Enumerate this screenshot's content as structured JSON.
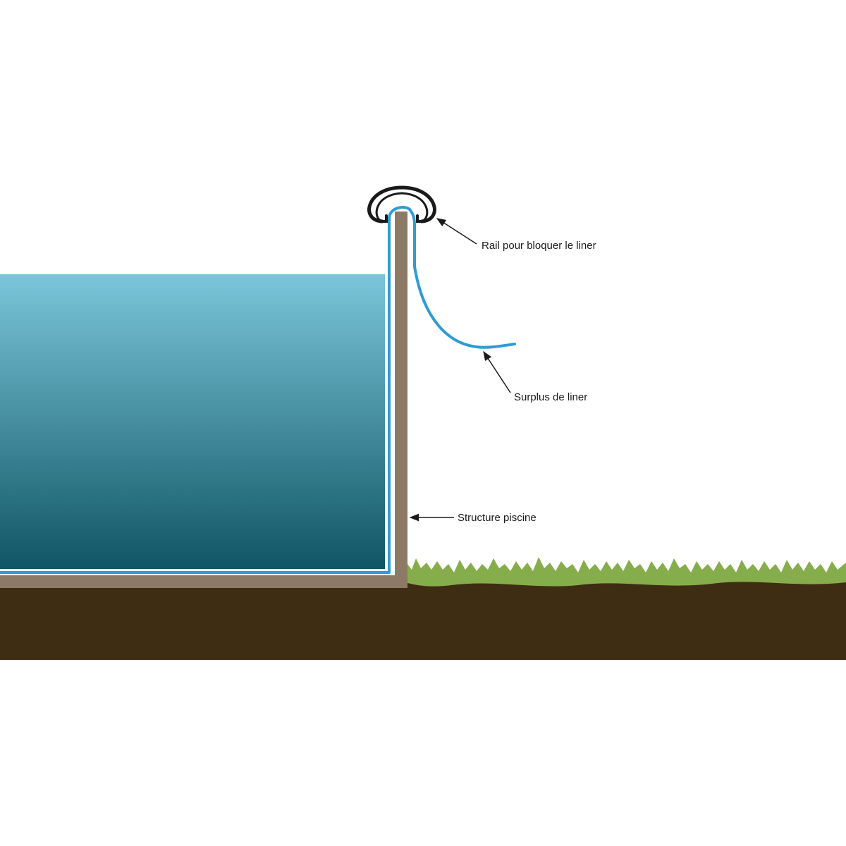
{
  "labels": {
    "rail": "Rail pour bloquer le liner",
    "surplus": "Surplus de liner",
    "structure": "Structure piscine"
  },
  "colors": {
    "background": "#ffffff",
    "water_top": "#7bc6da",
    "water_bottom": "#105565",
    "liner": "#2e9bd6",
    "structure": "#8c7a66",
    "soil": "#3e2d13",
    "grass": "#86ad4b",
    "rail": "#1a1a1a",
    "text": "#1a1a1a"
  }
}
